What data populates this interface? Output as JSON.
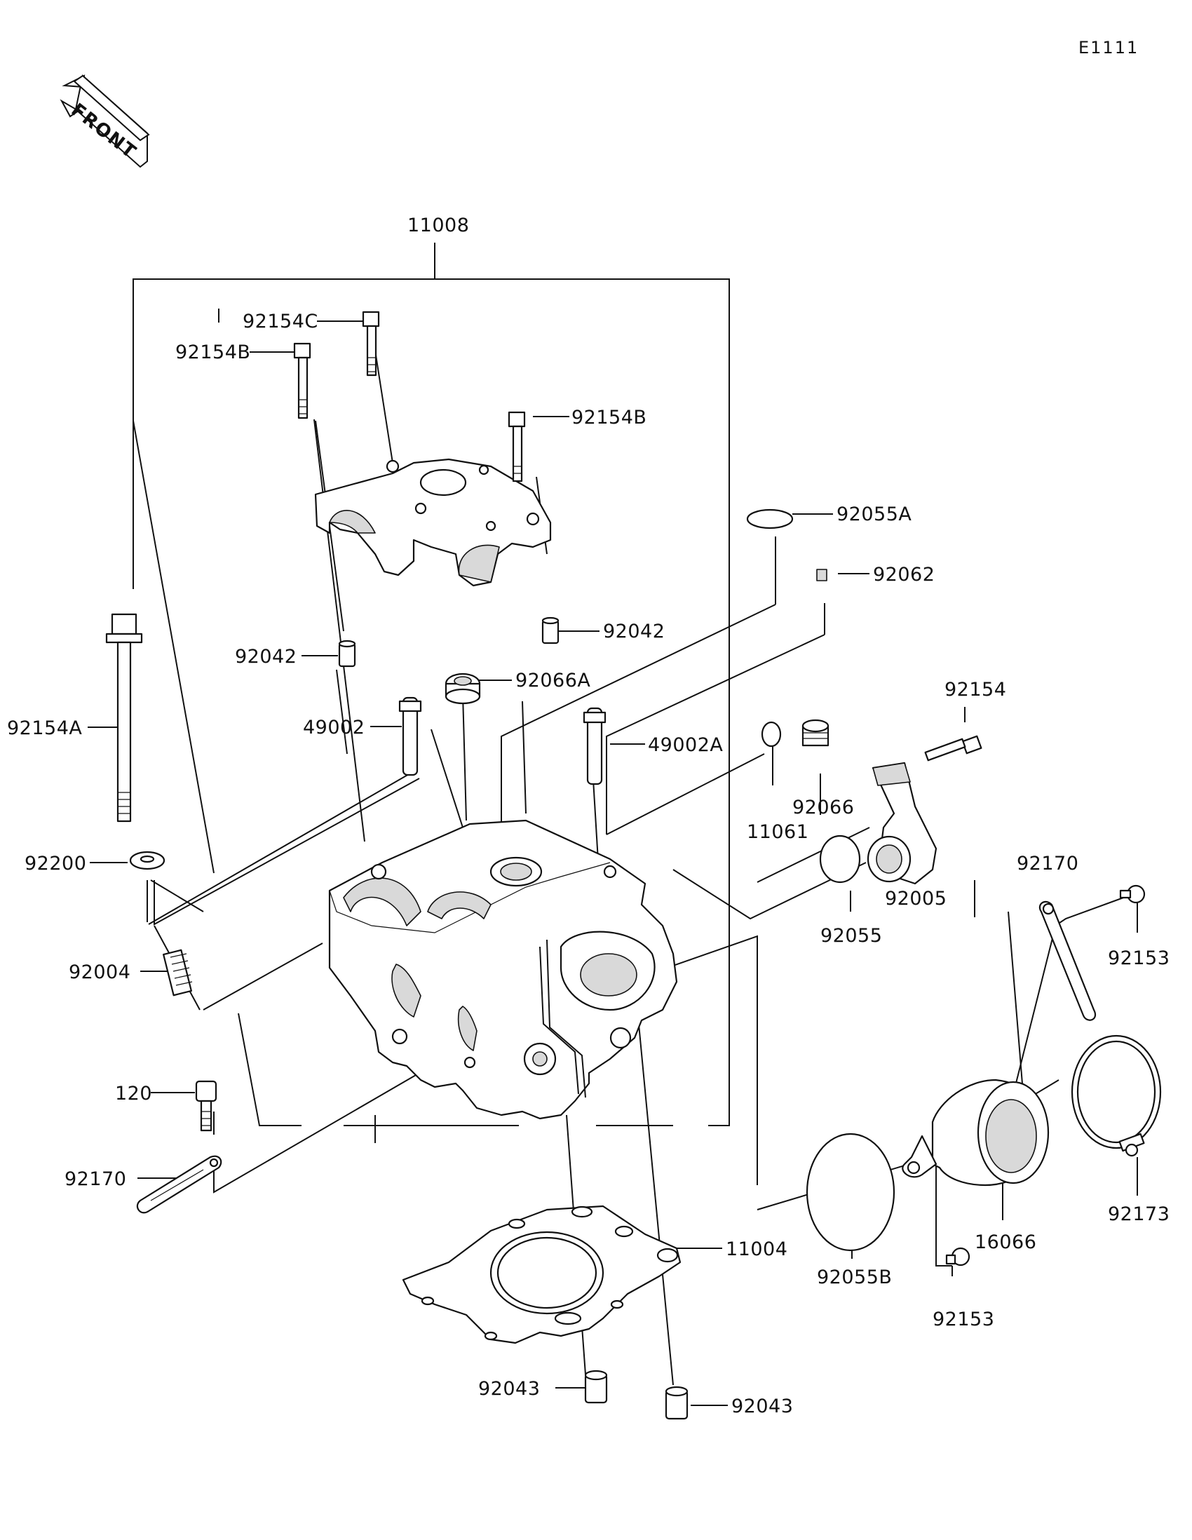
{
  "diagram_code": "E1111",
  "front_label": "FRONT",
  "parts": {
    "p11008": "11008",
    "p92154C": "92154C",
    "p92154B_left": "92154B",
    "p92154B_right": "92154B",
    "p92055A": "92055A",
    "p92062": "92062",
    "p92042_right": "92042",
    "p92042_left": "92042",
    "p92066A": "92066A",
    "p92154A": "92154A",
    "p49002": "49002",
    "p49002A": "49002A",
    "p92154": "92154",
    "p92066": "92066",
    "p11061": "11061",
    "p92200": "92200",
    "p92005": "92005",
    "p92055": "92055",
    "p92170_right": "92170",
    "p92153_upper": "92153",
    "p92004": "92004",
    "p120": "120",
    "p92170_left": "92170",
    "p11004": "11004",
    "p92173": "92173",
    "p16066": "16066",
    "p92055B": "92055B",
    "p92153_lower": "92153",
    "p92043_left": "92043",
    "p92043_right": "92043"
  }
}
